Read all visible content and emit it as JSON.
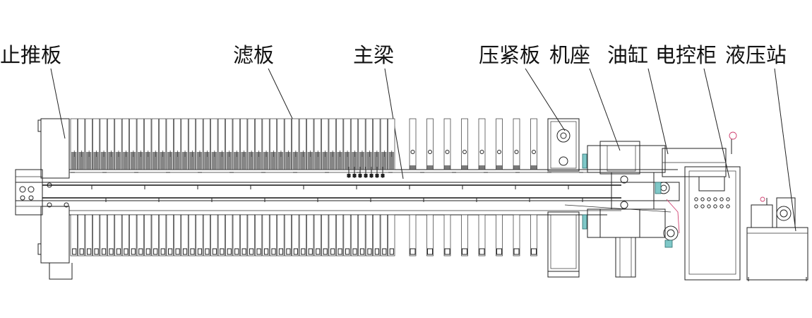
{
  "diagram": {
    "labels": {
      "stop_push_plate": "止推板",
      "filter_plate": "滤板",
      "main_beam": "主梁",
      "press_plate": "压紧板",
      "machine_base": "机座",
      "oil_cylinder": "油缸",
      "control_cabinet": "电控柜",
      "hydraulic_station": "液压站"
    },
    "counts": {
      "packed_filter_plates": 44,
      "open_filter_plates": 8
    }
  }
}
